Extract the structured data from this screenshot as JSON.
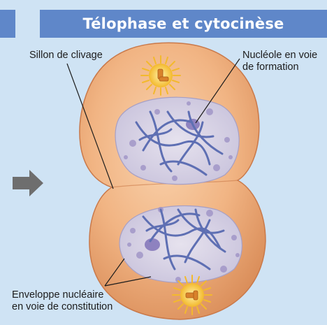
{
  "title": "Télophase et cytocinèse",
  "labels": {
    "sillon": "Sillon de clivage",
    "nucleole_l1": "Nucléole en voie",
    "nucleole_l2": "de formation",
    "enveloppe_l1": "Enveloppe nucléaire",
    "enveloppe_l2": "en voie de constitution"
  },
  "colors": {
    "background": "#cfe3f4",
    "title_bar": "#5f87c9",
    "cell": "#f1b483",
    "nucleus": "#dcd6e8",
    "chromosome": "#5e6fb3",
    "centrosome": "#f7c93a",
    "arrow": "#6e6e6e"
  }
}
